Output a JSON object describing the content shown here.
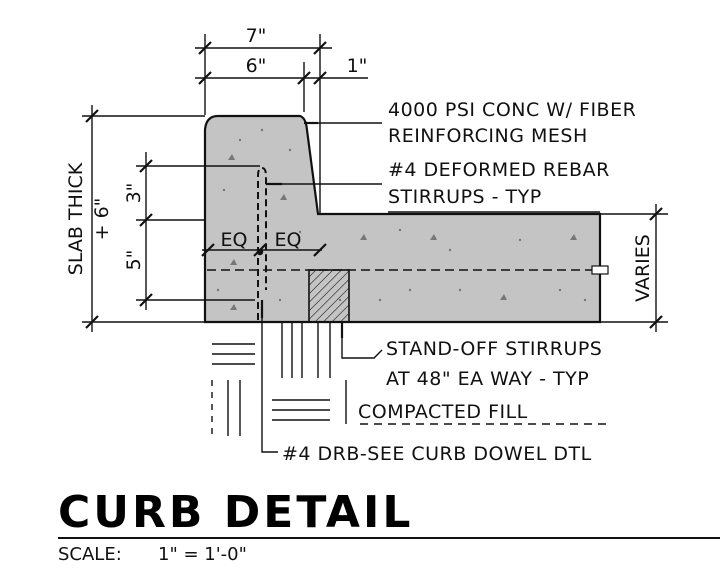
{
  "title": "CURB DETAIL",
  "scale_label": "SCALE:",
  "scale_value": "1\" = 1'-0\"",
  "dimensions": {
    "top_overall": "7\"",
    "top_curb": "6\"",
    "top_batter": "1\"",
    "left_height": "3\"",
    "left_lower": "5\"",
    "slab_thick_line1": "SLAB THICK",
    "slab_thick_line2": "+ 6\"",
    "eq_left": "EQ",
    "eq_right": "EQ",
    "varies": "VARIES"
  },
  "notes": {
    "concrete_line1": "4000 PSI CONC W/ FIBER",
    "concrete_line2": "REINFORCING MESH",
    "rebar_line1": "#4 DEFORMED REBAR",
    "rebar_line2": "STIRRUPS - TYP",
    "standoff_line1": "STAND-OFF STIRRUPS",
    "standoff_line2": "AT 48\" EA WAY - TYP",
    "fill": "COMPACTED FILL",
    "dowel": "#4 DRB-SEE CURB DOWEL DTL"
  },
  "colors": {
    "concrete": "#c4c4c4",
    "ink": "#111111"
  }
}
